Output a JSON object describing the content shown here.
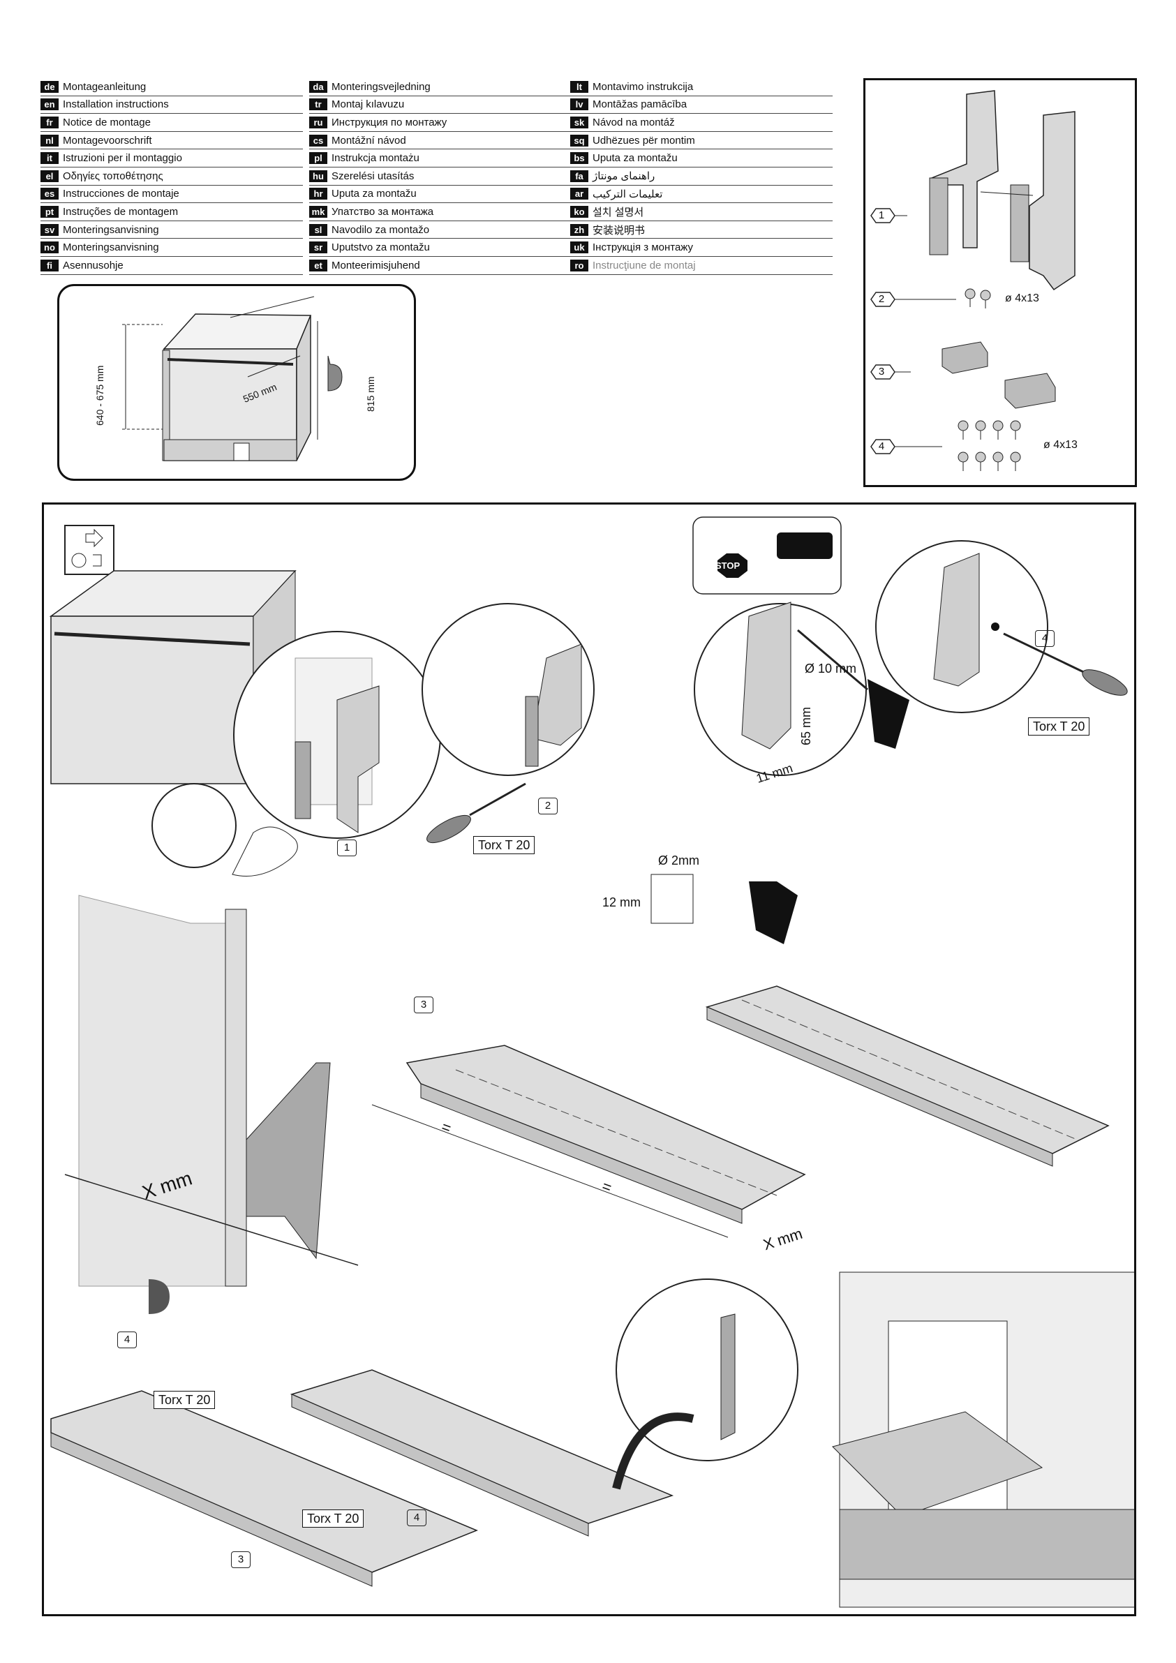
{
  "languages": {
    "col1": [
      {
        "code": "de",
        "name": "Montageanleitung"
      },
      {
        "code": "en",
        "name": "Installation instructions"
      },
      {
        "code": "fr",
        "name": "Notice de montage"
      },
      {
        "code": "nl",
        "name": "Montagevoorschrift"
      },
      {
        "code": "it",
        "name": "Istruzioni per il montaggio"
      },
      {
        "code": "el",
        "name": "Οδηγίες τοποθέτησης"
      },
      {
        "code": "es",
        "name": "Instrucciones de montaje"
      },
      {
        "code": "pt",
        "name": "Instruções de montagem"
      },
      {
        "code": "sv",
        "name": "Monteringsanvisning"
      },
      {
        "code": "no",
        "name": "Monteringsanvisning"
      },
      {
        "code": "fi",
        "name": "Asennusohje"
      }
    ],
    "col2": [
      {
        "code": "da",
        "name": "Monteringsvejledning"
      },
      {
        "code": "tr",
        "name": "Montaj kılavuzu"
      },
      {
        "code": "ru",
        "name": "Инструкция по монтажу"
      },
      {
        "code": "cs",
        "name": "Montážní návod"
      },
      {
        "code": "pl",
        "name": "Instrukcja montażu"
      },
      {
        "code": "hu",
        "name": "Szerelési utasítás"
      },
      {
        "code": "hr",
        "name": "Uputa za montažu"
      },
      {
        "code": "mk",
        "name": "Упатство за монтажа"
      },
      {
        "code": "sl",
        "name": "Navodilo za montažo"
      },
      {
        "code": "sr",
        "name": "Uputstvo za montažu"
      },
      {
        "code": "et",
        "name": "Monteerimisjuhend"
      }
    ],
    "col3": [
      {
        "code": "lt",
        "name": "Montavimo instrukcija"
      },
      {
        "code": "lv",
        "name": "Montāžas pamācība"
      },
      {
        "code": "sk",
        "name": "Návod na montáž"
      },
      {
        "code": "sq",
        "name": "Udhëzues për montim"
      },
      {
        "code": "bs",
        "name": "Uputa za montažu"
      },
      {
        "code": "fa",
        "name": "راهنمای مونتاژ"
      },
      {
        "code": "ar",
        "name": "تعليمات التركيب"
      },
      {
        "code": "ko",
        "name": "설치 설명서"
      },
      {
        "code": "zh",
        "name": "安装说明书"
      },
      {
        "code": "uk",
        "name": "Інструкція з монтажу"
      },
      {
        "code": "ro",
        "name": "Instrucţiune de montaj"
      }
    ]
  },
  "dimensions": {
    "height_range": "640 - 675 mm",
    "depth": "550 mm",
    "height_total": "815 mm"
  },
  "parts": {
    "p1": "1",
    "p2": "2",
    "p2_spec": "ø 4x13",
    "p3": "3",
    "p4": "4",
    "p4_spec": "ø 4x13"
  },
  "steps": {
    "torx1": "Torx T 20",
    "torx2": "Torx T 20",
    "torx3": "Torx T 20",
    "torx4": "Torx T 20",
    "stop": "STOP",
    "drill_d10": "Ø 10 mm",
    "dim_65": "65 mm",
    "dim_11": "11 mm",
    "drill_d2": "Ø 2mm",
    "dim_12": "12 mm",
    "x_mm_1": "X mm",
    "x_mm_2": "X mm",
    "equal_1": "=",
    "equal_2": "=",
    "callout_1": "1",
    "callout_2": "2",
    "callout_3a": "3",
    "callout_3b": "3",
    "callout_4a": "4",
    "callout_4b": "4",
    "callout_4c": "4"
  }
}
